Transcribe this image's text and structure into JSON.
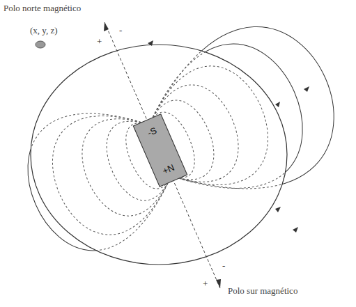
{
  "diagram": {
    "nodes": [
      {
        "text": [
          "-S",
          "+N"
        ]
      }
    ],
    "labels": [
      "Polo norte magnético",
      "(x, y, z)",
      "-",
      "+",
      "-",
      "+",
      "Polo sur magnético"
    ]
  }
}
